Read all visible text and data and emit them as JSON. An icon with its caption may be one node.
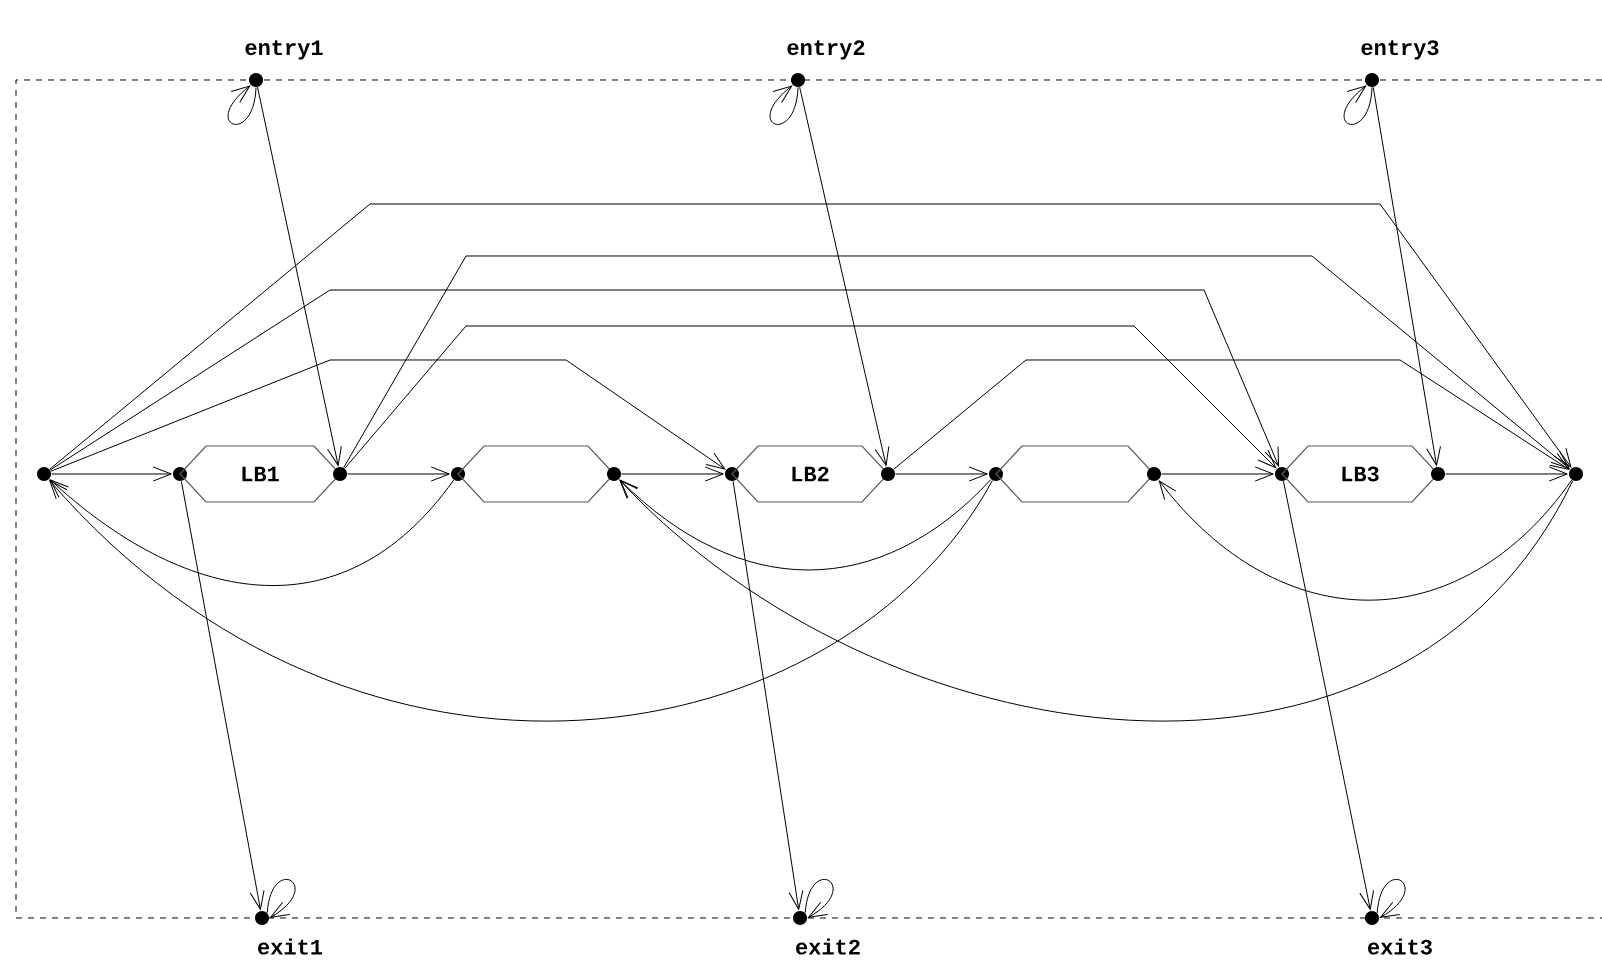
{
  "diagram": {
    "nodes": [
      {
        "text": [
          "entry1"
        ]
      },
      {
        "text": [
          "entry2"
        ]
      },
      {
        "text": [
          "entry3"
        ]
      },
      {
        "text": [],
        "shape": "circle"
      },
      {
        "text": [],
        "shape": "circle"
      },
      {
        "text": [
          "LB1"
        ]
      },
      {
        "text": [],
        "shape": "circle"
      },
      {
        "text": [],
        "shape": "circle"
      },
      {
        "text": [],
        "shape": "hexagon"
      },
      {
        "text": [],
        "shape": "circle"
      },
      {
        "text": [],
        "shape": "circle"
      },
      {
        "text": [
          "LB2"
        ]
      },
      {
        "text": [],
        "shape": "circle"
      },
      {
        "text": [],
        "shape": "circle"
      },
      {
        "text": [],
        "shape": "hexagon"
      },
      {
        "text": [],
        "shape": "circle"
      },
      {
        "text": [],
        "shape": "circle"
      },
      {
        "text": [
          "LB3"
        ]
      },
      {
        "text": [],
        "shape": "circle"
      },
      {
        "text": [],
        "shape": "circle"
      },
      {
        "text": [
          "exit1"
        ]
      },
      {
        "text": [
          "exit2"
        ]
      },
      {
        "text": [
          "exit3"
        ]
      }
    ],
    "edges": [
      {
        "from": 3,
        "to": 4,
        "arrow": "to"
      },
      {
        "from": 6,
        "to": 7,
        "arrow": "to"
      },
      {
        "from": 9,
        "to": 10,
        "arrow": "to"
      },
      {
        "from": 12,
        "to": 13,
        "arrow": "to"
      },
      {
        "from": 15,
        "to": 16,
        "arrow": "to"
      },
      {
        "from": 18,
        "to": 19,
        "arrow": "to"
      },
      {
        "from": 0,
        "to": 6,
        "arrow": "to"
      },
      {
        "from": 1,
        "to": 12,
        "arrow": "to"
      },
      {
        "from": 2,
        "to": 18,
        "arrow": "to"
      },
      {
        "from": 4,
        "to": 20,
        "arrow": "to"
      },
      {
        "from": 10,
        "to": 21,
        "arrow": "to"
      },
      {
        "from": 16,
        "to": 22,
        "arrow": "to"
      },
      {
        "from": 0,
        "to": 0,
        "arrow": "to"
      },
      {
        "from": 1,
        "to": 1,
        "arrow": "to"
      },
      {
        "from": 2,
        "to": 2,
        "arrow": "to"
      },
      {
        "from": 20,
        "to": 20,
        "arrow": "to"
      },
      {
        "from": 21,
        "to": 21,
        "arrow": "to"
      },
      {
        "from": 22,
        "to": 22,
        "arrow": "to"
      },
      {
        "from": 3,
        "to": 19,
        "arrow": "to"
      },
      {
        "from": 6,
        "to": 19,
        "arrow": "to"
      },
      {
        "from": 3,
        "to": 16,
        "arrow": "to"
      },
      {
        "from": 6,
        "to": 16,
        "arrow": "to"
      },
      {
        "from": 3,
        "to": 10,
        "arrow": "to"
      },
      {
        "from": 12,
        "to": 19,
        "arrow": "to"
      },
      {
        "from": 7,
        "to": 3,
        "arrow": "to"
      },
      {
        "from": 13,
        "to": 3,
        "arrow": "to"
      },
      {
        "from": 13,
        "to": 9,
        "arrow": "to"
      },
      {
        "from": 19,
        "to": 15,
        "arrow": "to"
      },
      {
        "from": 19,
        "to": 9,
        "arrow": "to"
      }
    ]
  }
}
